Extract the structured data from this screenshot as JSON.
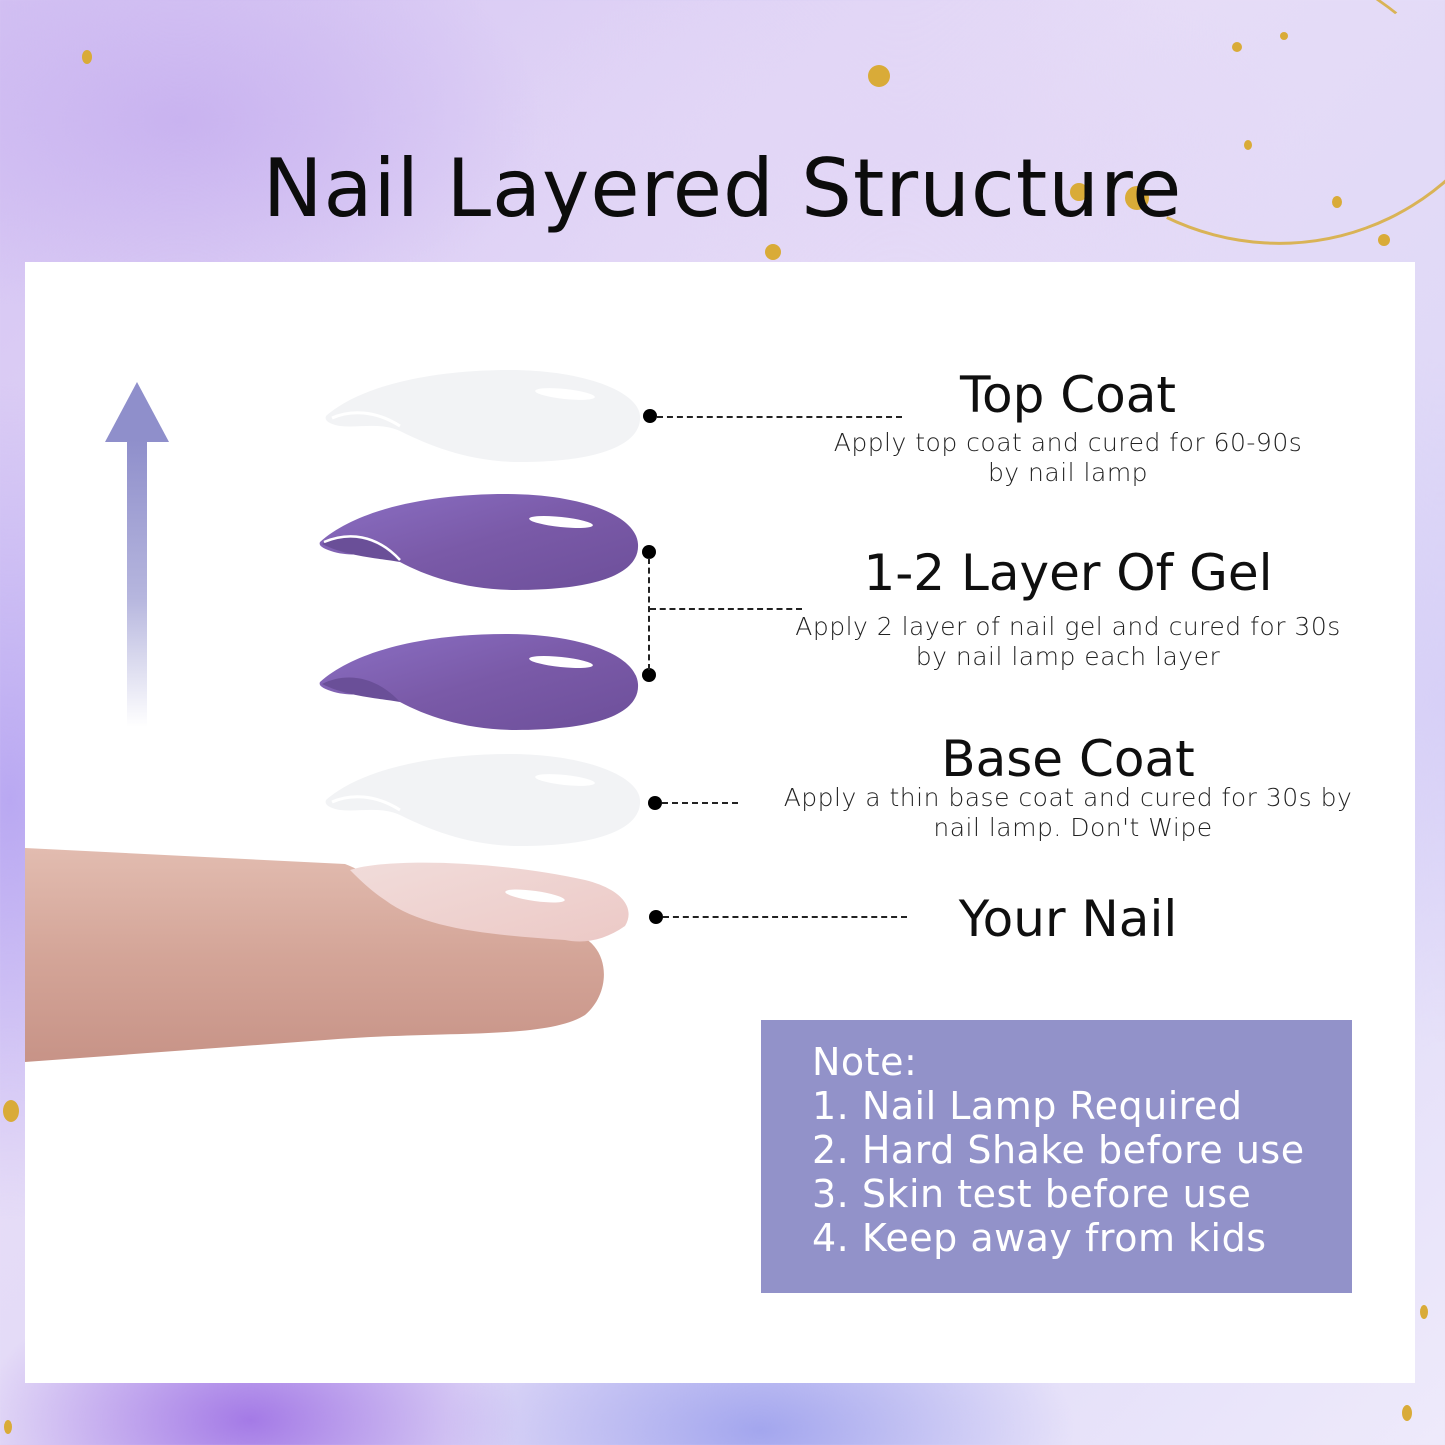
{
  "header": {
    "title": "Nail Layered Structure"
  },
  "colors": {
    "background_lavender": "#d4c3f3",
    "gold_accent": "#d9ab38",
    "panel": "#ffffff",
    "arrow": "#8f8fcb",
    "note_box": "#9292c9",
    "gel_purple": "#7a5aa8",
    "clear_coat": "#f2f3f5",
    "skin": "#d9a89c",
    "natural_nail": "#f3d6d6"
  },
  "diagram": {
    "direction_arrow": "arrow-up-icon",
    "layers": [
      {
        "id": "top-coat",
        "title": "Top Coat",
        "description_line1": "Apply top coat and cured for 60-90s",
        "description_line2": "by nail lamp",
        "icon": "clear-nail-layer-icon"
      },
      {
        "id": "gel",
        "title": "1-2 Layer Of Gel",
        "description_line1": "Apply 2 layer of nail gel and cured for 30s",
        "description_line2": "by nail lamp each layer",
        "icon": "purple-gel-nail-layer-icon"
      },
      {
        "id": "base-coat",
        "title": "Base Coat",
        "description_line1": "Apply a thin base coat and cured for  30s by",
        "description_line2": "nail lamp. Don't Wipe",
        "icon": "clear-nail-layer-icon"
      },
      {
        "id": "your-nail",
        "title": "Your Nail",
        "icon": "finger-with-nail-icon"
      }
    ]
  },
  "note": {
    "heading": "Note:",
    "items": [
      "1. Nail Lamp Required",
      "2. Hard Shake before use",
      "3. Skin test before use",
      "4. Keep away from kids"
    ]
  }
}
